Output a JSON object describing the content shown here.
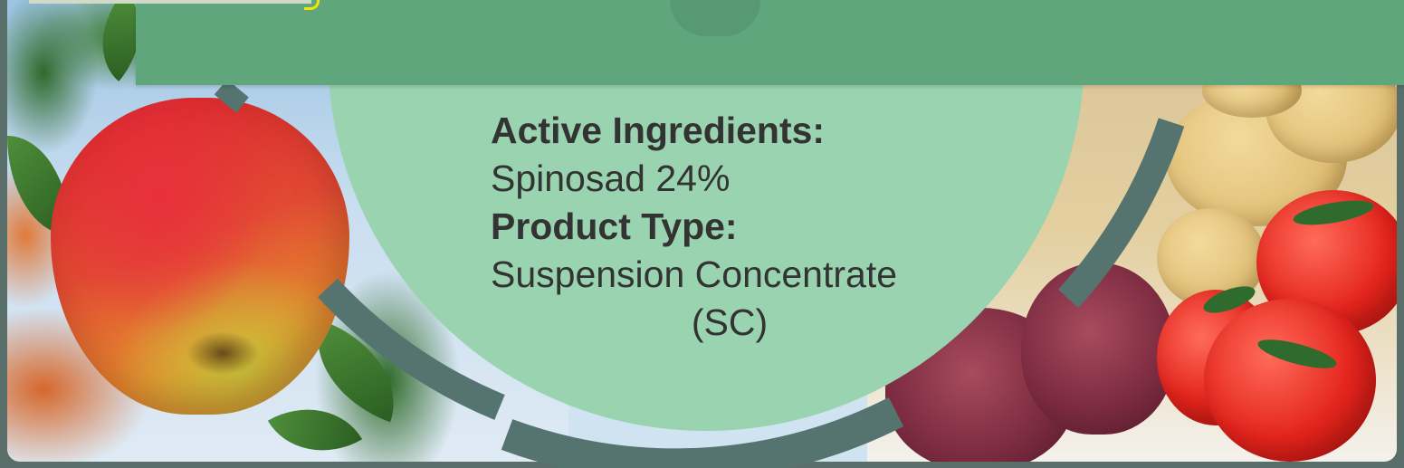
{
  "product": {
    "active_ingredients_label": "Active Ingredients:",
    "active_ingredients_value": "Spinosad 24%",
    "product_type_label": "Product Type:",
    "product_type_value_line1": "Suspension Concentrate",
    "product_type_value_line2": "(SC)"
  },
  "colors": {
    "banner": "#5fa67c",
    "circle_fill": "#9ad3af",
    "ring": "#55746f",
    "text": "#333333"
  },
  "images": {
    "left": "apple-on-tree",
    "right": "potatoes-onions-tomatoes"
  }
}
